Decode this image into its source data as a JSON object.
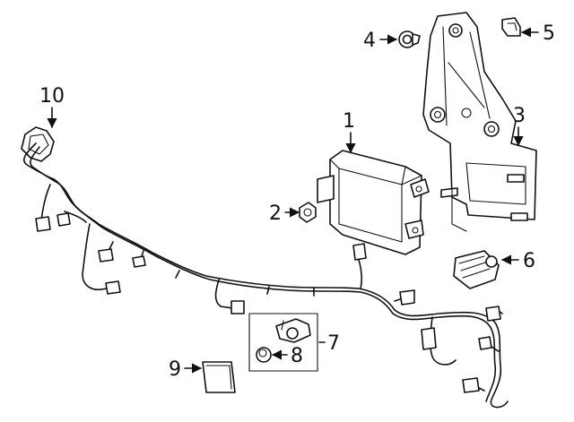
{
  "callouts": {
    "c1": "1",
    "c2": "2",
    "c3": "3",
    "c4": "4",
    "c5": "5",
    "c6": "6",
    "c7": "7",
    "c8": "8",
    "c9": "9",
    "c10": "10"
  },
  "colors": {
    "line": "#111111",
    "background": "#ffffff",
    "shade": "#d9d9d9"
  }
}
